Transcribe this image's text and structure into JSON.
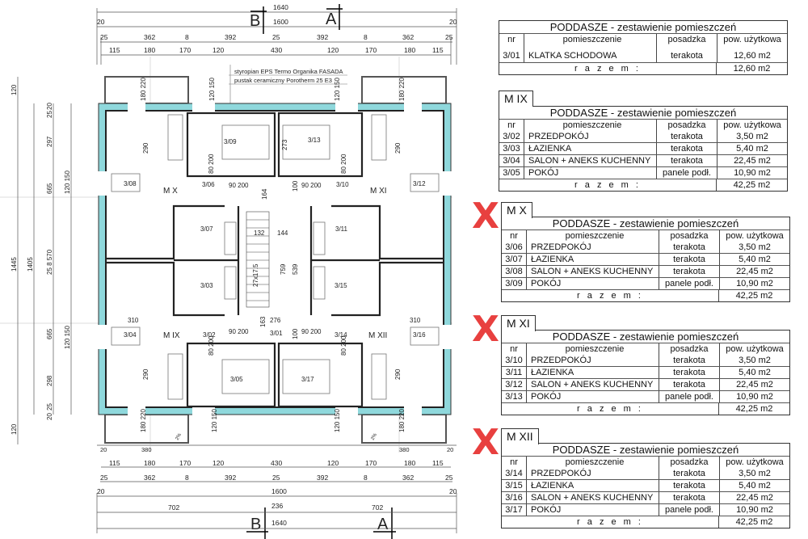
{
  "colors": {
    "wall_insulation": "#8fd8dc",
    "wall": "#222222",
    "mark_red": "#e8403f"
  },
  "plan": {
    "top_dims": {
      "overall": "1640",
      "inner": "1600",
      "edge_l": "20",
      "edge_r": "20",
      "row3": [
        "25",
        "362",
        "8",
        "392",
        "25",
        "392",
        "8",
        "362",
        "25"
      ],
      "row4": [
        "115",
        "180",
        "170",
        "120",
        "430",
        "120",
        "170",
        "180",
        "115"
      ]
    },
    "bottom_dims": {
      "balc_l_edge": "20",
      "balc_l": "380",
      "balc_r": "380",
      "balc_r_edge": "20",
      "row1": [
        "115",
        "180",
        "170",
        "120",
        "430",
        "120",
        "170",
        "180",
        "115"
      ],
      "row2": [
        "25",
        "362",
        "8",
        "392",
        "25",
        "392",
        "8",
        "362",
        "25"
      ],
      "inner": "1600",
      "edge_l": "20",
      "edge_r": "20",
      "row4": [
        "702",
        "236",
        "702"
      ],
      "overall": "1640"
    },
    "left_dims": {
      "overall": "1445",
      "inner": "1405",
      "top": "120",
      "bottom": "120",
      "col": [
        "20",
        "25",
        "297",
        "665",
        "25 8 570",
        "665",
        "298",
        "25",
        "20"
      ],
      "win1": "120 150",
      "win2": "120 150"
    },
    "sections": {
      "b": "B",
      "a": "A"
    },
    "notes": [
      "styropian EPS Termo Organika FASADA",
      "pustak ceramiczny Porotherm 25 E3"
    ],
    "rooms": [
      "3/01",
      "3/02",
      "3/03",
      "3/04",
      "3/05",
      "3/06",
      "3/07",
      "3/08",
      "3/09",
      "3/10",
      "3/11",
      "3/12",
      "3/13",
      "3/14",
      "3/15",
      "3/16",
      "3/17"
    ],
    "units": [
      "M IX",
      "M X",
      "M XI",
      "M XII"
    ],
    "dims": {
      "d290": "290",
      "d180_220": "180 220",
      "d120_150": "120 150",
      "d90_200": "90 200",
      "d164": "164",
      "d100": "100",
      "d132": "132",
      "d144": "144",
      "d759": "759",
      "d539": "539",
      "d27x": "27x17.5",
      "d310": "310",
      "d276": "276",
      "d163": "163",
      "d273": "273",
      "d80_200": "80 200",
      "d2pct": "2%"
    }
  },
  "tables": [
    {
      "tab": "",
      "title": "PODDASZE  -  zestawienie  pomieszczeń",
      "headers": [
        "nr",
        "pomieszczenie",
        "posadzka",
        "pow. użytkowa"
      ],
      "rows": [
        [
          "3/01",
          "KLATKA  SCHODOWA",
          "terakota",
          "12,60 m2"
        ]
      ],
      "sum_label": "r a z e m :",
      "sum": "12,60 m2",
      "crossed": false
    },
    {
      "tab": "M IX",
      "title": "PODDASZE  -  zestawienie  pomieszczeń",
      "headers": [
        "nr",
        "pomieszczenie",
        "posadzka",
        "pow. użytkowa"
      ],
      "rows": [
        [
          "3/02",
          "PRZEDPOKÓJ",
          "terakota",
          "3,50 m2"
        ],
        [
          "3/03",
          "ŁAZIENKA",
          "terakota",
          "5,40 m2"
        ],
        [
          "3/04",
          "SALON + ANEKS KUCHENNY",
          "terakota",
          "22,45 m2"
        ],
        [
          "3/05",
          "POKÓJ",
          "panele podł.",
          "10,90 m2"
        ]
      ],
      "sum_label": "r a z e m :",
      "sum": "42,25 m2",
      "crossed": false
    },
    {
      "tab": "M X",
      "title": "PODDASZE  -  zestawienie  pomieszczeń",
      "headers": [
        "nr",
        "pomieszczenie",
        "posadzka",
        "pow. użytkowa"
      ],
      "rows": [
        [
          "3/06",
          "PRZEDPOKÓJ",
          "terakota",
          "3,50 m2"
        ],
        [
          "3/07",
          "ŁAZIENKA",
          "terakota",
          "5,40 m2"
        ],
        [
          "3/08",
          "SALON + ANEKS KUCHENNY",
          "terakota",
          "22,45 m2"
        ],
        [
          "3/09",
          "POKÓJ",
          "panele podł.",
          "10,90 m2"
        ]
      ],
      "sum_label": "r a z e m :",
      "sum": "42,25 m2",
      "crossed": true
    },
    {
      "tab": "M XI",
      "title": "PODDASZE  -  zestawienie  pomieszczeń",
      "headers": [
        "nr",
        "pomieszczenie",
        "posadzka",
        "pow. użytkowa"
      ],
      "rows": [
        [
          "3/10",
          "PRZEDPOKÓJ",
          "terakota",
          "3,50 m2"
        ],
        [
          "3/11",
          "ŁAZIENKA",
          "terakota",
          "5,40 m2"
        ],
        [
          "3/12",
          "SALON + ANEKS KUCHENNY",
          "terakota",
          "22,45 m2"
        ],
        [
          "3/13",
          "POKÓJ",
          "panele podł.",
          "10,90 m2"
        ]
      ],
      "sum_label": "r a z e m :",
      "sum": "42,25 m2",
      "crossed": true
    },
    {
      "tab": "M XII",
      "title": "PODDASZE  -  zestawienie  pomieszczeń",
      "headers": [
        "nr",
        "pomieszczenie",
        "posadzka",
        "pow. użytkowa"
      ],
      "rows": [
        [
          "3/14",
          "PRZEDPOKÓJ",
          "terakota",
          "3,50 m2"
        ],
        [
          "3/15",
          "ŁAZIENKA",
          "terakota",
          "5,40 m2"
        ],
        [
          "3/16",
          "SALON + ANEKS KUCHENNY",
          "terakota",
          "22,45 m2"
        ],
        [
          "3/17",
          "POKÓJ",
          "panele podł.",
          "10,90 m2"
        ]
      ],
      "sum_label": "r a z e m :",
      "sum": "42,25 m2",
      "crossed": true
    }
  ],
  "cross_mark": "X"
}
